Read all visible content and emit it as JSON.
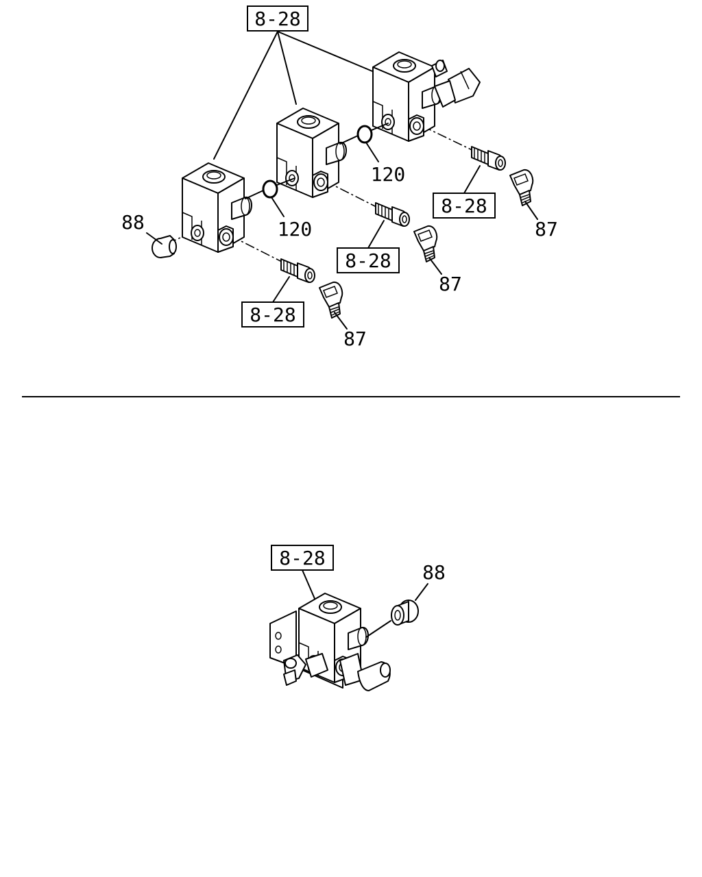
{
  "diagram": {
    "upper_assembly": {
      "ref_main": "8-28",
      "ref_fittings": [
        "8-28",
        "8-28",
        "8-28"
      ],
      "parts": {
        "plug": "88",
        "o_ring_1": "120",
        "o_ring_2": "120",
        "elbow_1": "87",
        "elbow_2": "87",
        "elbow_3": "87"
      }
    },
    "lower_assembly": {
      "ref_main": "8-28",
      "parts": {
        "plug": "88"
      }
    }
  }
}
